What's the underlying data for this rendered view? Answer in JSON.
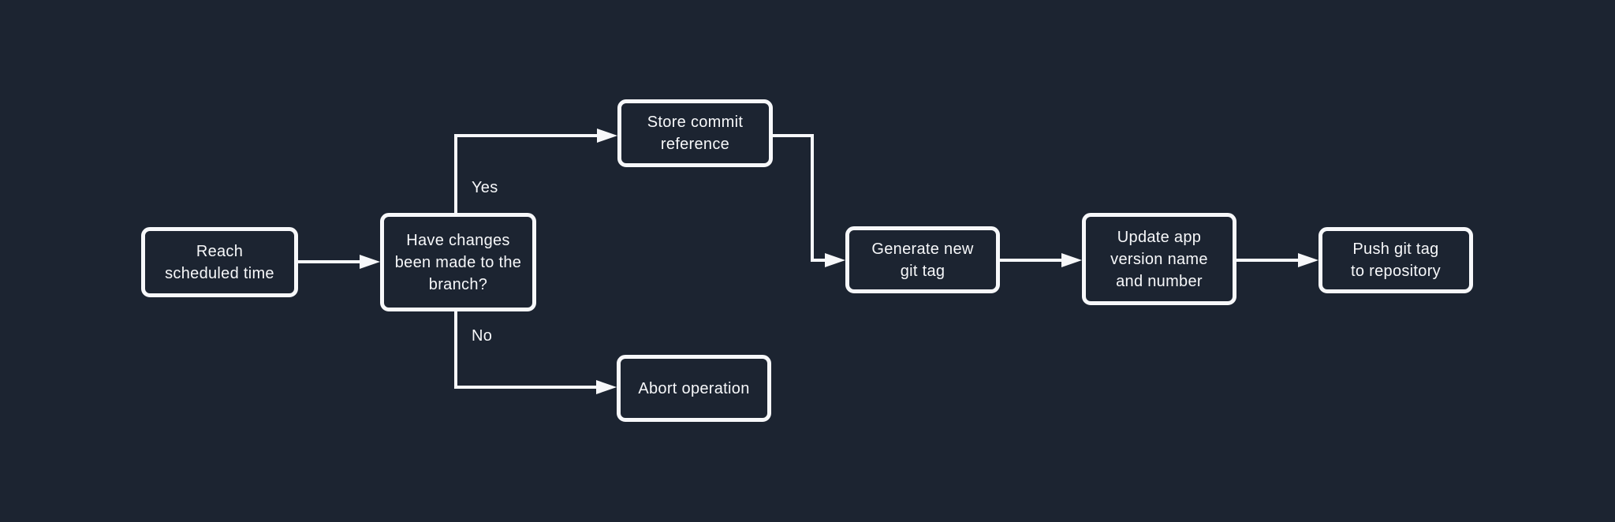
{
  "diagram": {
    "type": "flowchart",
    "direction": "left-to-right",
    "colors": {
      "background": "#1c2431",
      "node_fill": "#1c2431",
      "node_border": "#f7f8fa",
      "text": "#f7f8fa",
      "connector": "#f7f8fa"
    },
    "nodes": {
      "reach_scheduled_time": {
        "label": "Reach\nscheduled time"
      },
      "have_changes_decision": {
        "label": "Have changes\nbeen made to the\nbranch?"
      },
      "store_commit_reference": {
        "label": "Store commit\nreference"
      },
      "abort_operation": {
        "label": "Abort operation"
      },
      "generate_new_git_tag": {
        "label": "Generate new\ngit tag"
      },
      "update_app_version": {
        "label": "Update app\nversion name\nand number"
      },
      "push_git_tag": {
        "label": "Push git tag\nto repository"
      }
    },
    "edges": [
      {
        "from": "reach_scheduled_time",
        "to": "have_changes_decision",
        "label": ""
      },
      {
        "from": "have_changes_decision",
        "to": "store_commit_reference",
        "label": "Yes"
      },
      {
        "from": "have_changes_decision",
        "to": "abort_operation",
        "label": "No"
      },
      {
        "from": "store_commit_reference",
        "to": "generate_new_git_tag",
        "label": ""
      },
      {
        "from": "generate_new_git_tag",
        "to": "update_app_version",
        "label": ""
      },
      {
        "from": "update_app_version",
        "to": "push_git_tag",
        "label": ""
      }
    ]
  }
}
